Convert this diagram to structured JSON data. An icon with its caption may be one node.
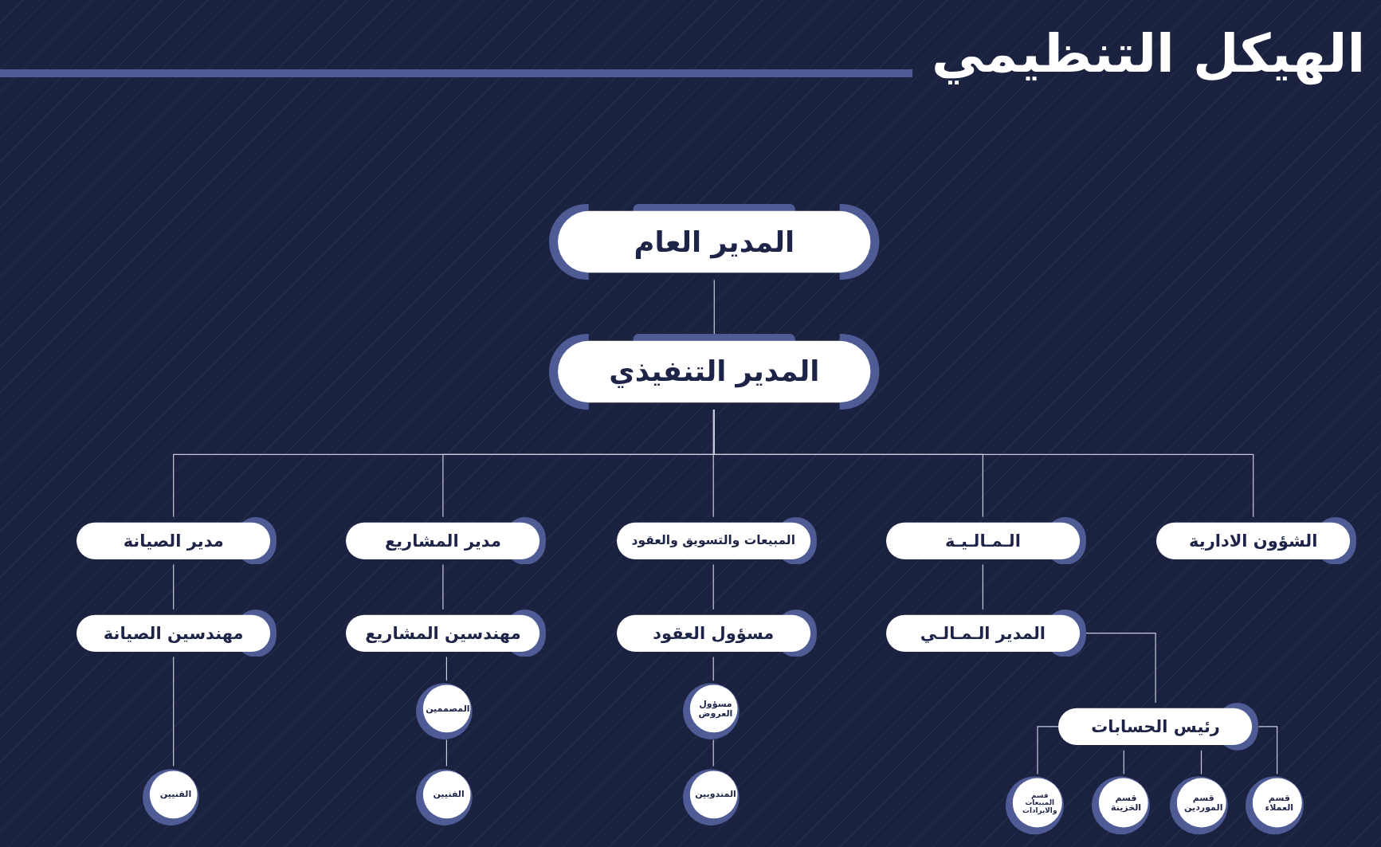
{
  "diagram": {
    "title": "الهيكل التنظيمي",
    "nodes": [
      {
        "text": [
          "المدير العام"
        ]
      },
      {
        "text": [
          "المدير التنفيذي"
        ]
      },
      {
        "text": [
          "مدير الصيانة"
        ]
      },
      {
        "text": [
          "مدير المشاريع"
        ]
      },
      {
        "text": [
          "المبيعات والتسويق والعقود"
        ]
      },
      {
        "text": [
          "الـمـالـيـة"
        ]
      },
      {
        "text": [
          "الشؤون الادارية"
        ]
      },
      {
        "text": [
          "مهندسين الصيانة"
        ]
      },
      {
        "text": [
          "مهندسين المشاريع"
        ]
      },
      {
        "text": [
          "مسؤول العقود"
        ]
      },
      {
        "text": [
          "المدير الـمـالـي"
        ]
      },
      {
        "text": [
          "المصممين"
        ]
      },
      {
        "text": [
          "مسؤول العروض"
        ]
      },
      {
        "text": [
          "رئيس الحسابات"
        ]
      },
      {
        "text": [
          "الفنيين"
        ]
      },
      {
        "text": [
          "الفنيين"
        ]
      },
      {
        "text": [
          "المندوبين"
        ]
      },
      {
        "text": [
          "قسم المبيعات والايرادات"
        ]
      },
      {
        "text": [
          "قسم الخزينة"
        ]
      },
      {
        "text": [
          "قسم الموردين"
        ]
      },
      {
        "text": [
          "قسم العملاء"
        ]
      }
    ],
    "edges": [
      {
        "from": 0,
        "to": 1,
        "arrow": "none"
      },
      {
        "from": 1,
        "to": 2,
        "arrow": "none"
      },
      {
        "from": 1,
        "to": 3,
        "arrow": "none"
      },
      {
        "from": 1,
        "to": 4,
        "arrow": "none"
      },
      {
        "from": 1,
        "to": 5,
        "arrow": "none"
      },
      {
        "from": 1,
        "to": 6,
        "arrow": "none"
      },
      {
        "from": 2,
        "to": 7,
        "arrow": "none"
      },
      {
        "from": 3,
        "to": 8,
        "arrow": "none"
      },
      {
        "from": 4,
        "to": 9,
        "arrow": "none"
      },
      {
        "from": 5,
        "to": 10,
        "arrow": "none"
      },
      {
        "from": 7,
        "to": 14,
        "arrow": "none"
      },
      {
        "from": 8,
        "to": 11,
        "arrow": "none"
      },
      {
        "from": 11,
        "to": 15,
        "arrow": "none"
      },
      {
        "from": 9,
        "to": 12,
        "arrow": "none"
      },
      {
        "from": 12,
        "to": 16,
        "arrow": "none"
      },
      {
        "from": 10,
        "to": 13,
        "arrow": "none"
      },
      {
        "from": 13,
        "to": 17,
        "arrow": "none"
      },
      {
        "from": 13,
        "to": 18,
        "arrow": "none"
      },
      {
        "from": 13,
        "to": 19,
        "arrow": "none"
      },
      {
        "from": 13,
        "to": 20,
        "arrow": "none"
      }
    ]
  }
}
